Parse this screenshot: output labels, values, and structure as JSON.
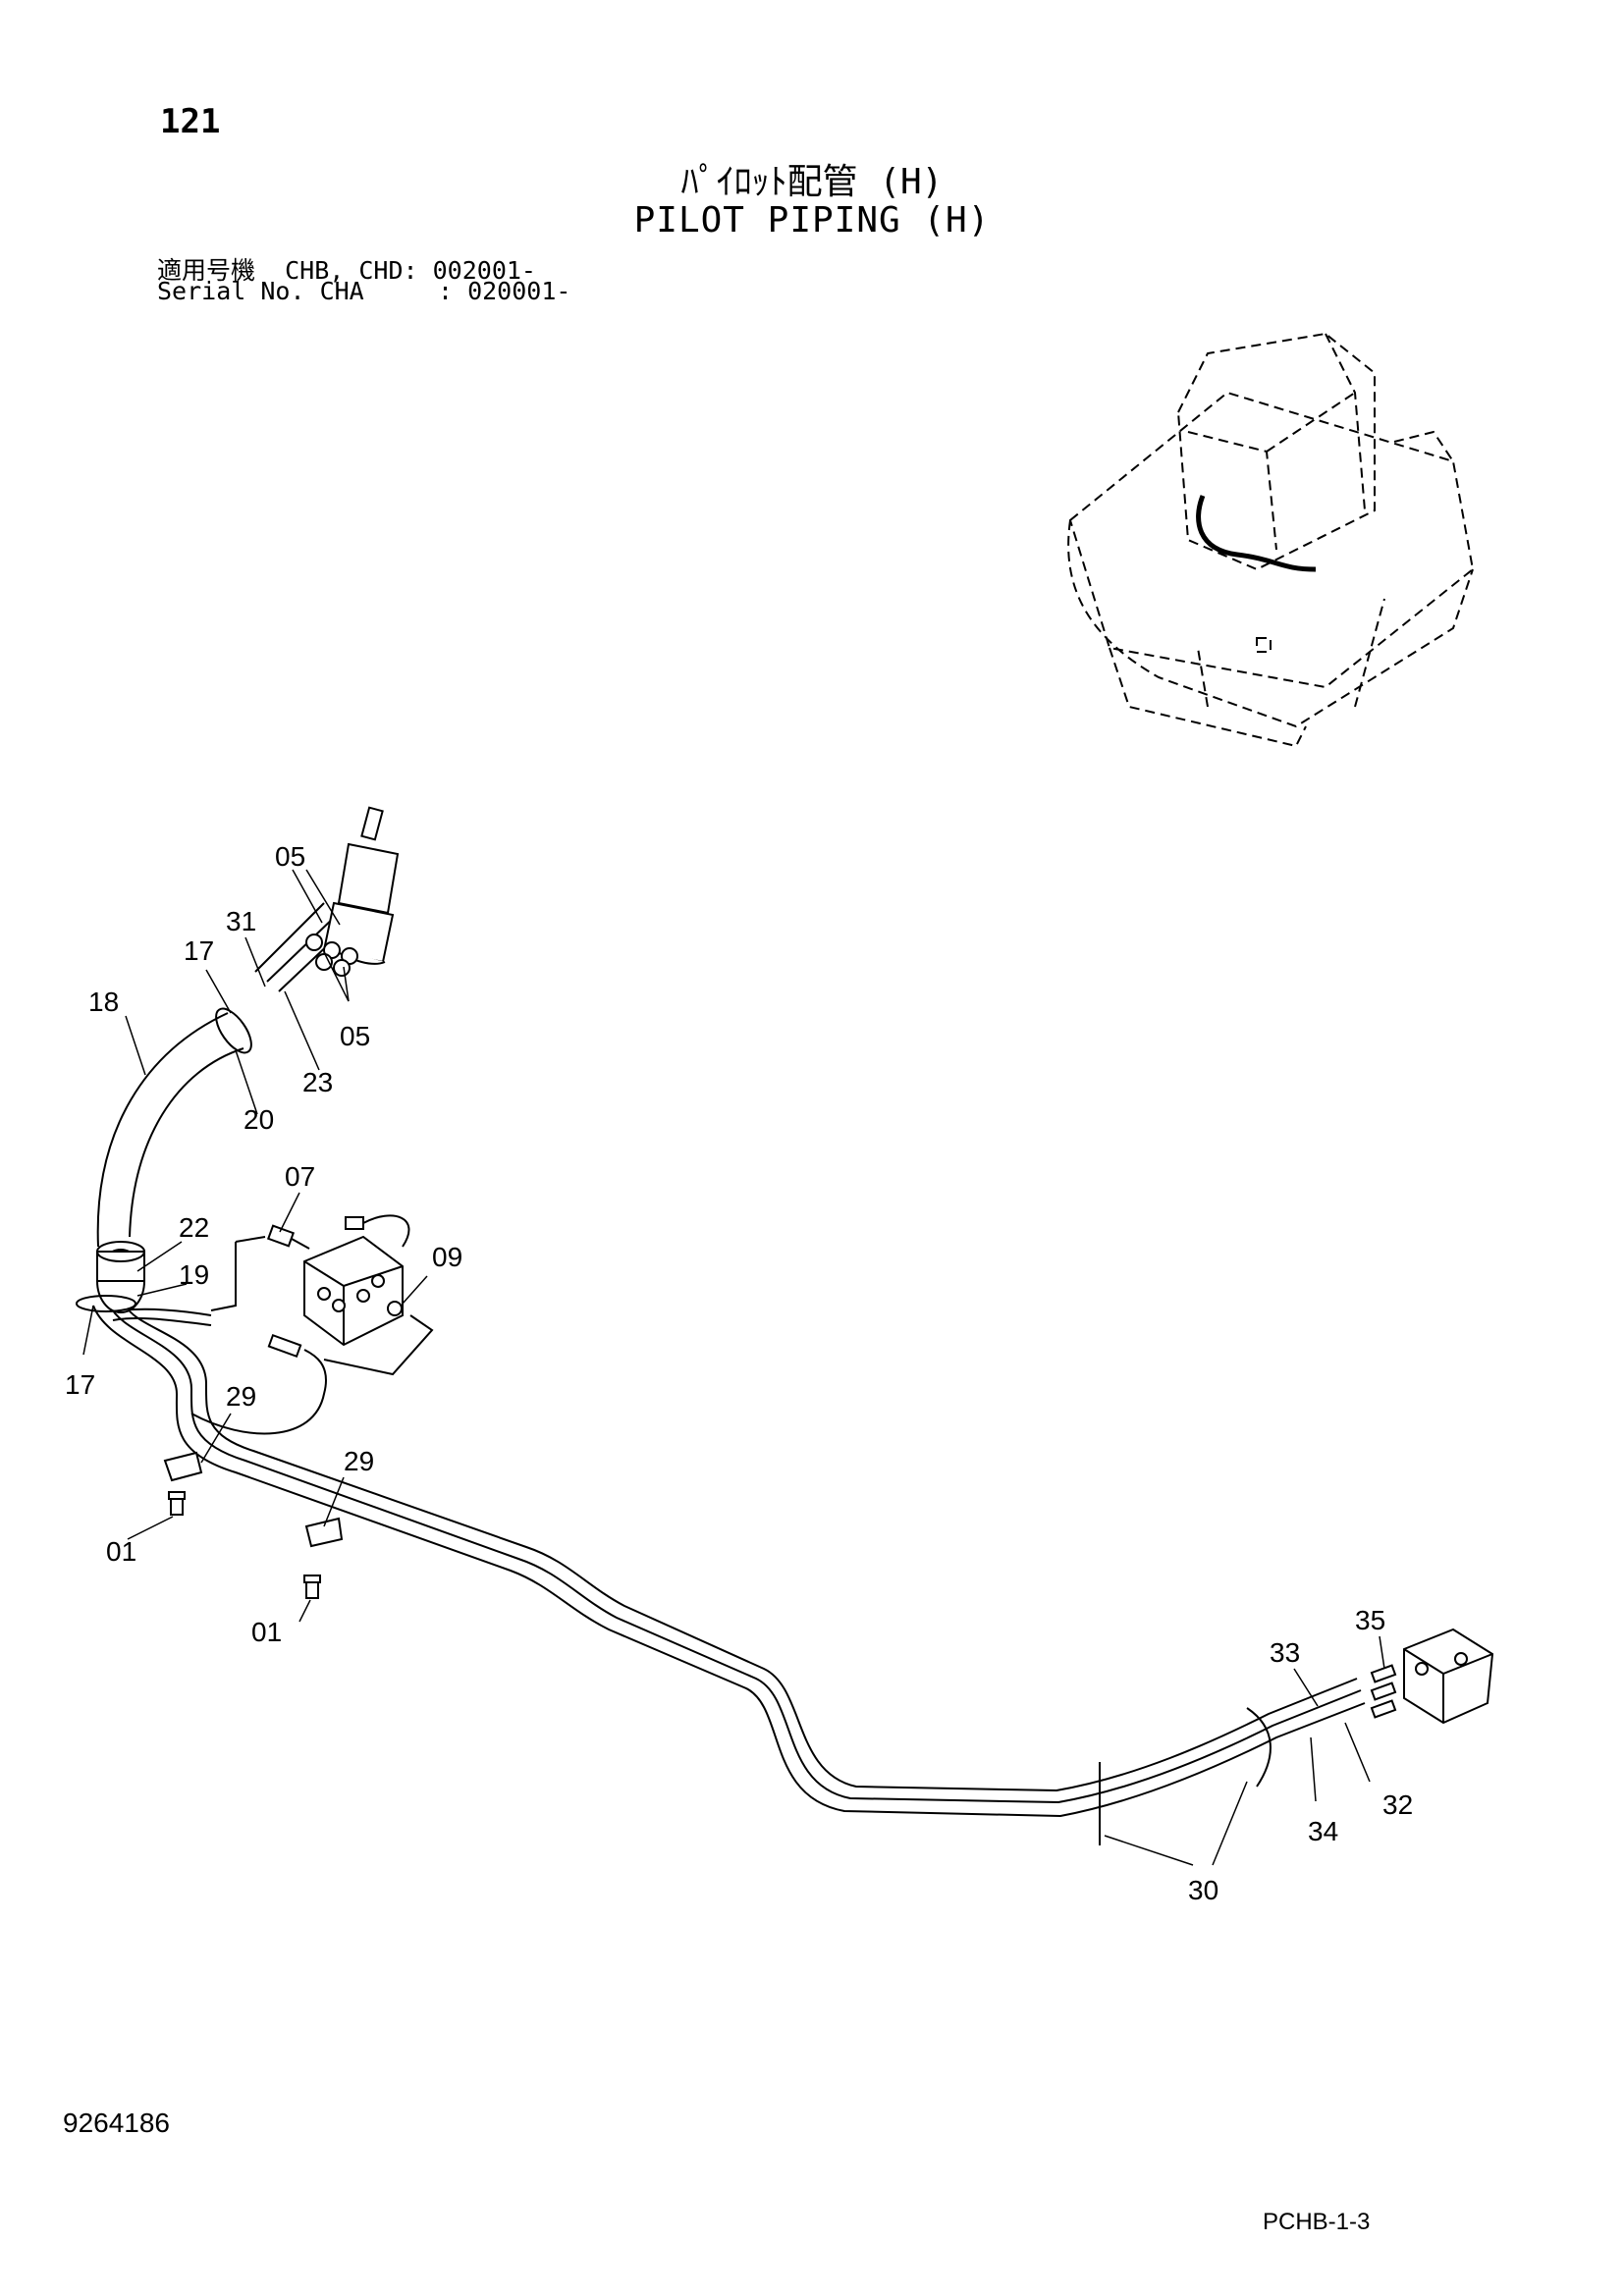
{
  "header": {
    "page_number": "121",
    "title_jp": "ﾊﾟｲﾛｯﾄ配管 (H)",
    "title_en": "PILOT PIPING (H)",
    "serial_line_1": "適用号機  CHB, CHD: 002001-",
    "serial_line_2": "Serial No. CHA     : 020001-"
  },
  "footer": {
    "drawing_number": "9264186",
    "page_code": "PCHB-1-3"
  },
  "callouts": [
    {
      "id": "c05a",
      "label": "05"
    },
    {
      "id": "c31",
      "label": "31"
    },
    {
      "id": "c17a",
      "label": "17"
    },
    {
      "id": "c18",
      "label": "18"
    },
    {
      "id": "c05b",
      "label": "05"
    },
    {
      "id": "c23",
      "label": "23"
    },
    {
      "id": "c20",
      "label": "20"
    },
    {
      "id": "c07",
      "label": "07"
    },
    {
      "id": "c22",
      "label": "22"
    },
    {
      "id": "c09",
      "label": "09"
    },
    {
      "id": "c19",
      "label": "19"
    },
    {
      "id": "c17b",
      "label": "17"
    },
    {
      "id": "c29a",
      "label": "29"
    },
    {
      "id": "c29b",
      "label": "29"
    },
    {
      "id": "c01a",
      "label": "01"
    },
    {
      "id": "c01b",
      "label": "01"
    },
    {
      "id": "c35",
      "label": "35"
    },
    {
      "id": "c33",
      "label": "33"
    },
    {
      "id": "c32",
      "label": "32"
    },
    {
      "id": "c34",
      "label": "34"
    },
    {
      "id": "c30",
      "label": "30"
    }
  ]
}
